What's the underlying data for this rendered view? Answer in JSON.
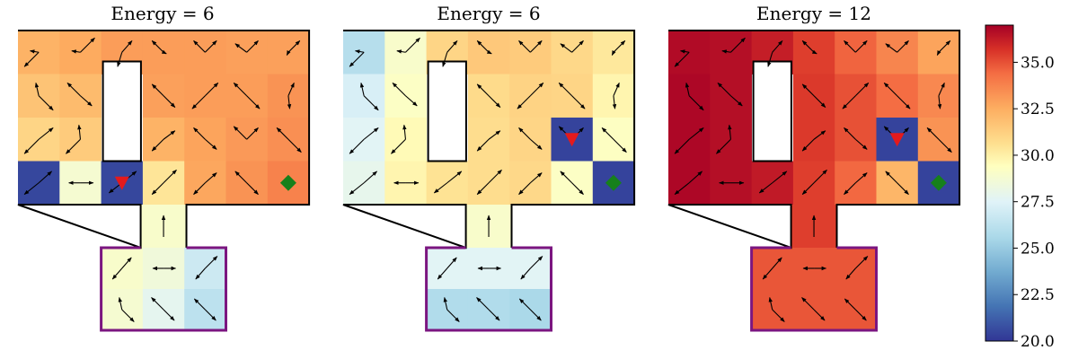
{
  "colors": {
    "room_border": "#000000",
    "box_border": "#7b1680",
    "target": "#e41a1c",
    "goal": "#16801b",
    "arrow": "#000000"
  },
  "colormap_stops": [
    [
      20.0,
      "#313695"
    ],
    [
      21.9,
      "#4575b4"
    ],
    [
      23.8,
      "#74add1"
    ],
    [
      25.6,
      "#abd9e9"
    ],
    [
      27.5,
      "#e0f3f8"
    ],
    [
      29.4,
      "#ffffbf"
    ],
    [
      30.6,
      "#fee090"
    ],
    [
      32.5,
      "#fdae61"
    ],
    [
      34.4,
      "#f46d43"
    ],
    [
      35.7,
      "#d73027"
    ],
    [
      37.0,
      "#a50026"
    ]
  ],
  "colorbar": {
    "min": 20.0,
    "max": 37.0,
    "ticks": [
      20.0,
      22.5,
      25.0,
      27.5,
      30.0,
      32.5,
      35.0
    ],
    "tick_labels": [
      "20.0",
      "22.5",
      "25.0",
      "27.5",
      "30.0",
      "32.5",
      "35.0"
    ]
  },
  "chart_data": [
    {
      "type": "heatmap",
      "title": "Energy = 6",
      "grid": {
        "rows": 4,
        "cols": 7
      },
      "obstacle": {
        "row": 1,
        "col": 2,
        "rows": 2,
        "cols": 1
      },
      "corridor_values": [
        29.0
      ],
      "box_values": [
        [
          29.0,
          28.5,
          26.8
        ],
        [
          28.8,
          27.8,
          26.2
        ]
      ],
      "values": [
        [
          32.3,
          32.6,
          33.0,
          33.0,
          33.0,
          32.9,
          32.9
        ],
        [
          31.7,
          32.0,
          null,
          32.9,
          33.0,
          33.0,
          33.3
        ],
        [
          31.0,
          31.4,
          null,
          32.3,
          32.8,
          33.1,
          33.4
        ],
        [
          20.5,
          28.8,
          20.5,
          30.4,
          32.7,
          33.3,
          33.8
        ]
      ],
      "target_cell": {
        "row": 3,
        "col": 2
      },
      "goal_cell": {
        "row": 3,
        "col": 6
      }
    },
    {
      "type": "heatmap",
      "title": "Energy = 6",
      "grid": {
        "rows": 4,
        "cols": 7
      },
      "obstacle": {
        "row": 1,
        "col": 2,
        "rows": 2,
        "cols": 1
      },
      "corridor_values": [
        29.0
      ],
      "box_values": [
        [
          27.6,
          27.6,
          27.6
        ],
        [
          25.8,
          25.8,
          25.6
        ]
      ],
      "values": [
        [
          26.0,
          29.0,
          31.0,
          31.5,
          31.4,
          30.9,
          30.3
        ],
        [
          27.2,
          29.2,
          null,
          30.8,
          31.1,
          31.0,
          29.8
        ],
        [
          27.6,
          29.6,
          null,
          30.7,
          31.0,
          20.4,
          29.3
        ],
        [
          27.9,
          29.8,
          30.5,
          30.7,
          30.9,
          29.2,
          20.4
        ]
      ],
      "target_cell": {
        "row": 2,
        "col": 5
      },
      "goal_cell": {
        "row": 3,
        "col": 6
      }
    },
    {
      "type": "heatmap",
      "title": "Energy = 12",
      "grid": {
        "rows": 4,
        "cols": 7
      },
      "obstacle": {
        "row": 1,
        "col": 2,
        "rows": 2,
        "cols": 1
      },
      "corridor_values": [
        35.4
      ],
      "box_values": [
        [
          34.9,
          34.9,
          34.9
        ],
        [
          34.9,
          34.9,
          34.9
        ]
      ],
      "values": [
        [
          36.7,
          36.6,
          36.2,
          35.4,
          34.6,
          33.7,
          32.8
        ],
        [
          36.8,
          36.6,
          null,
          35.5,
          35.0,
          34.4,
          33.6
        ],
        [
          36.8,
          36.6,
          null,
          35.5,
          35.0,
          20.4,
          33.3
        ],
        [
          36.8,
          36.6,
          36.3,
          35.4,
          34.5,
          32.2,
          20.4
        ]
      ],
      "target_cell": {
        "row": 2,
        "col": 5
      },
      "goal_cell": {
        "row": 3,
        "col": 6
      }
    }
  ]
}
